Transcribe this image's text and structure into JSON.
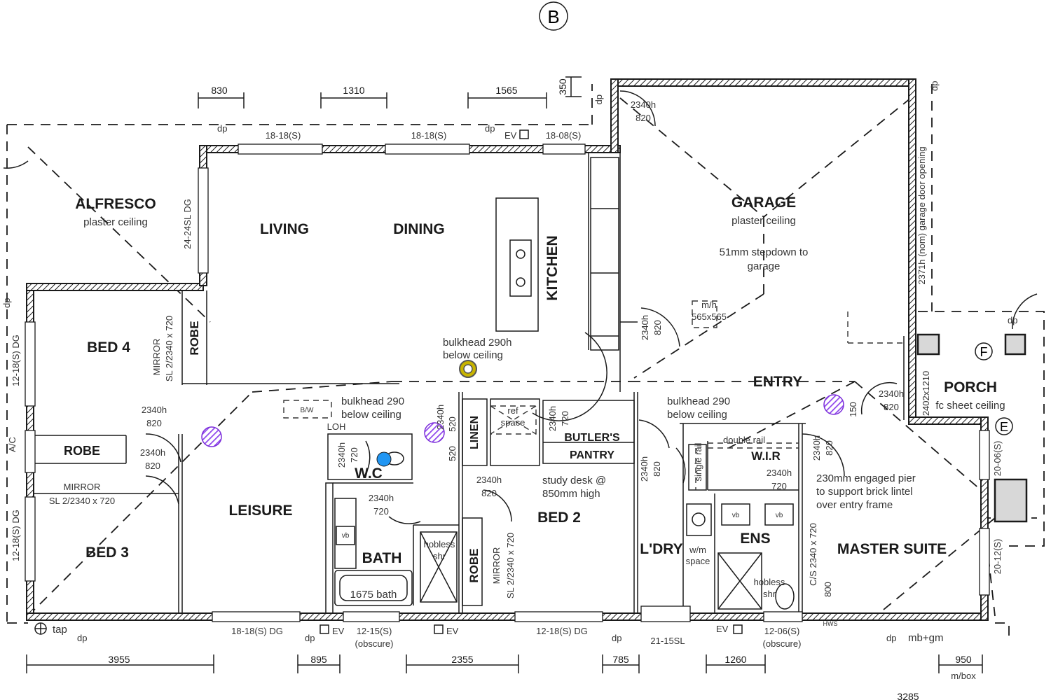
{
  "grid_marks": [
    "B",
    "F",
    "E"
  ],
  "rooms": {
    "alfresco": "ALFRESCO",
    "living": "LIVING",
    "dining": "DINING",
    "kitchen": "KITCHEN",
    "garage": "GARAGE",
    "bed4": "BED 4",
    "bed3": "BED 3",
    "bed2": "BED 2",
    "leisure": "LEISURE",
    "bath": "BATH",
    "wc": "W.C",
    "entry": "ENTRY",
    "porch": "PORCH",
    "master": "MASTER SUITE",
    "ens": "ENS",
    "wir": "W.I.R",
    "ldry": "L'DRY",
    "robe1": "ROBE",
    "robe2": "ROBE",
    "robe3": "ROBE",
    "linen": "LINEN",
    "butlers": "BUTLER'S",
    "pantry": "PANTRY"
  },
  "notes": {
    "alfresco_ceiling": "plaster ceiling",
    "garage_ceiling": "plaster ceiling",
    "garage_step_1": "51mm stepdown to",
    "garage_step_2": "garage",
    "porch_ceiling": "fc sheet ceiling",
    "bulkhead_kitchen_1": "bulkhead 290h",
    "bulkhead_kitchen_2": "below ceiling",
    "bulkhead_leisure_1": "bulkhead 290",
    "bulkhead_leisure_2": "below ceiling",
    "bulkhead_entry_1": "bulkhead 290",
    "bulkhead_entry_2": "below ceiling",
    "study_1": "study desk @",
    "study_2": "850mm high",
    "pier_1": "230mm engaged pier",
    "pier_2": "to support brick lintel",
    "pier_3": "over entry frame",
    "mirror_bed4_1": "MIRROR",
    "mirror_bed4_2": "SL 2/2340 x 720",
    "mirror_bed3_1": "MIRROR",
    "mirror_bed3_2": "SL 2/2340 x 720",
    "mirror_bed2_1": "MIRROR",
    "mirror_bed2_2": "SL 2/2340 x 720",
    "cs": "C/S 2340 x 720",
    "double_rail": "double rail",
    "single_rail": "single rail",
    "bath_size": "1675 bath",
    "hobless_1": "hobless",
    "hobless_2": "shr",
    "hobless_ens_1": "hobless",
    "hobless_ens_2": "shr",
    "wm_1": "w/m",
    "wm_2": "space",
    "ref_1": "ref",
    "ref_2": "space",
    "mh_1": "m/h",
    "mh_2": "565x565",
    "loh": "LOH",
    "garage_door": "2371h (nom) garage door opening",
    "sl_dg": "24-24SL DG",
    "tap": "tap",
    "mb": "mb+gm",
    "mbox": "m/box",
    "ac": "A/C",
    "hws": "HWS",
    "b_w": "B/W",
    "vb": "vb",
    "ev": "EV",
    "dp": "dp",
    "d_800": "800",
    "d_150": "150",
    "w_2402": "2402x1210"
  },
  "doors": {
    "d2340": "2340h",
    "d820": "820",
    "d720": "720",
    "d520": "520"
  },
  "windows": {
    "w_top1": "18-18(S)",
    "w_top2": "18-18(S)",
    "w_top3": "18-08(S)",
    "w_left1": "12-18(S) DG",
    "w_left2": "12-18(S) DG",
    "w_bot1": "18-18(S) DG",
    "w_bot2": "12-15(S)",
    "w_bot2b": "(obscure)",
    "w_bot3": "12-18(S) DG",
    "w_bot4": "21-15SL",
    "w_bot5": "12-06(S)",
    "w_bot5b": "(obscure)",
    "w_right1": "20-06(S)",
    "w_right2": "20-12(S)"
  },
  "dimensions": {
    "top": [
      "830",
      "1310",
      "1565",
      "350"
    ],
    "bottom": [
      "3955",
      "895",
      "2355",
      "785",
      "1260",
      "950",
      "3285"
    ]
  },
  "colors": {
    "marker": "#8e44ec",
    "wall": "#1a1a1a",
    "detector": "#c8b400",
    "wc_basin": "#2196f3"
  }
}
